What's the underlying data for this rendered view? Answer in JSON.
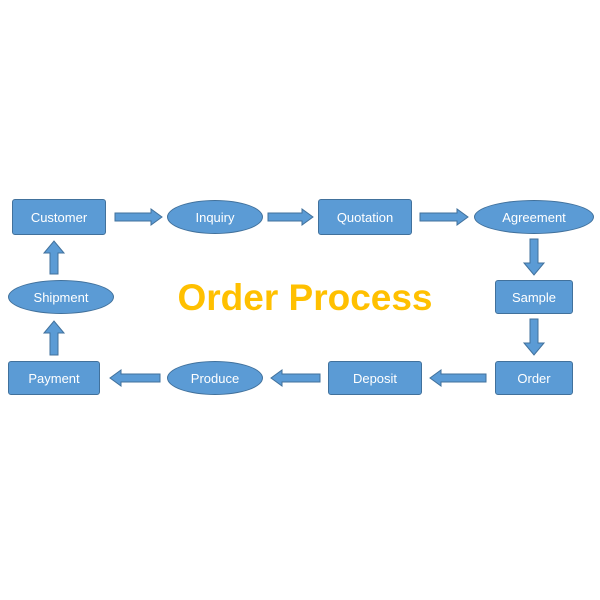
{
  "diagram": {
    "title": "Order Process",
    "steps": [
      {
        "id": "customer",
        "label": "Customer",
        "shape": "rectangle"
      },
      {
        "id": "inquiry",
        "label": "Inquiry",
        "shape": "ellipse"
      },
      {
        "id": "quotation",
        "label": "Quotation",
        "shape": "rectangle"
      },
      {
        "id": "agreement",
        "label": "Agreement",
        "shape": "ellipse"
      },
      {
        "id": "sample",
        "label": "Sample",
        "shape": "rectangle"
      },
      {
        "id": "order",
        "label": "Order",
        "shape": "rectangle"
      },
      {
        "id": "deposit",
        "label": "Deposit",
        "shape": "rectangle"
      },
      {
        "id": "produce",
        "label": "Produce",
        "shape": "ellipse"
      },
      {
        "id": "payment",
        "label": "Payment",
        "shape": "rectangle"
      },
      {
        "id": "shipment",
        "label": "Shipment",
        "shape": "ellipse"
      }
    ],
    "flow": [
      {
        "from": "customer",
        "to": "inquiry"
      },
      {
        "from": "inquiry",
        "to": "quotation"
      },
      {
        "from": "quotation",
        "to": "agreement"
      },
      {
        "from": "agreement",
        "to": "sample"
      },
      {
        "from": "sample",
        "to": "order"
      },
      {
        "from": "order",
        "to": "deposit"
      },
      {
        "from": "deposit",
        "to": "produce"
      },
      {
        "from": "produce",
        "to": "payment"
      },
      {
        "from": "payment",
        "to": "shipment"
      },
      {
        "from": "shipment",
        "to": "customer"
      }
    ],
    "colors": {
      "node_fill": "#5b9bd5",
      "node_border": "#41719c",
      "node_text": "#ffffff",
      "title": "#ffc000",
      "background": "#ffffff"
    }
  }
}
